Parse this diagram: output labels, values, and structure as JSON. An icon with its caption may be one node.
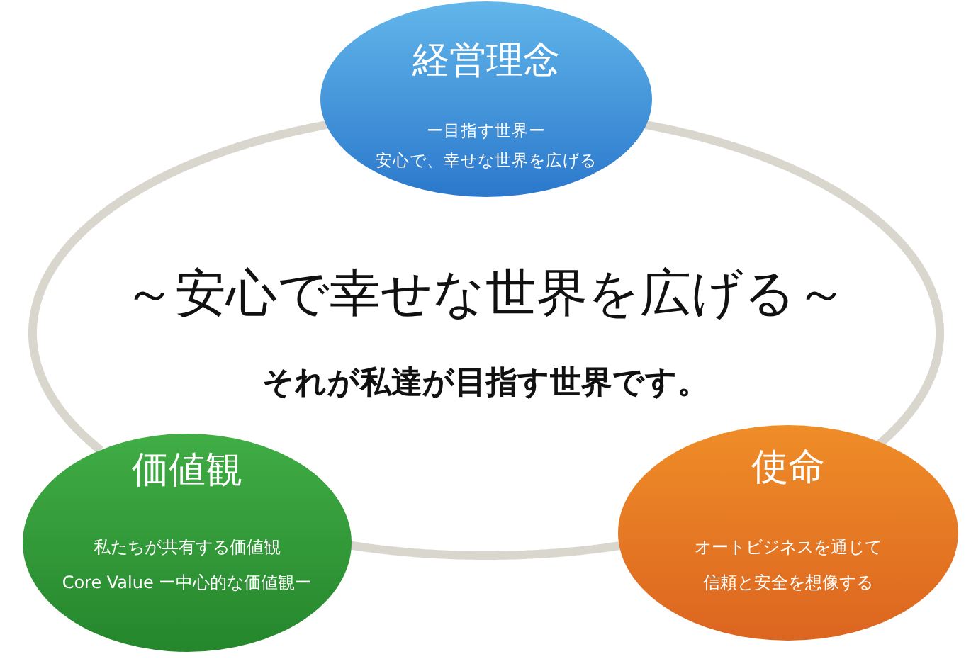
{
  "diagram": {
    "nodes": [
      {
        "text": [
          "経営理念",
          "ー目指す世界ー",
          "安心で、幸せな世界を広げる"
        ]
      },
      {
        "text": [
          "価値観",
          "私たちが共有する価値観",
          "Core Value ー中心的な価値観ー"
        ]
      },
      {
        "text": [
          "使命",
          "オートビジネスを通じて信頼と安全を想像する"
        ]
      }
    ],
    "edges": [
      {
        "from": 0,
        "to": 1,
        "arrow": "none"
      },
      {
        "from": 0,
        "to": 2,
        "arrow": "none"
      },
      {
        "from": 1,
        "to": 2,
        "arrow": "none"
      }
    ],
    "labels": [
      "～安心で幸せな世界を広げる～",
      "それが私達が目指す世界です。"
    ]
  }
}
